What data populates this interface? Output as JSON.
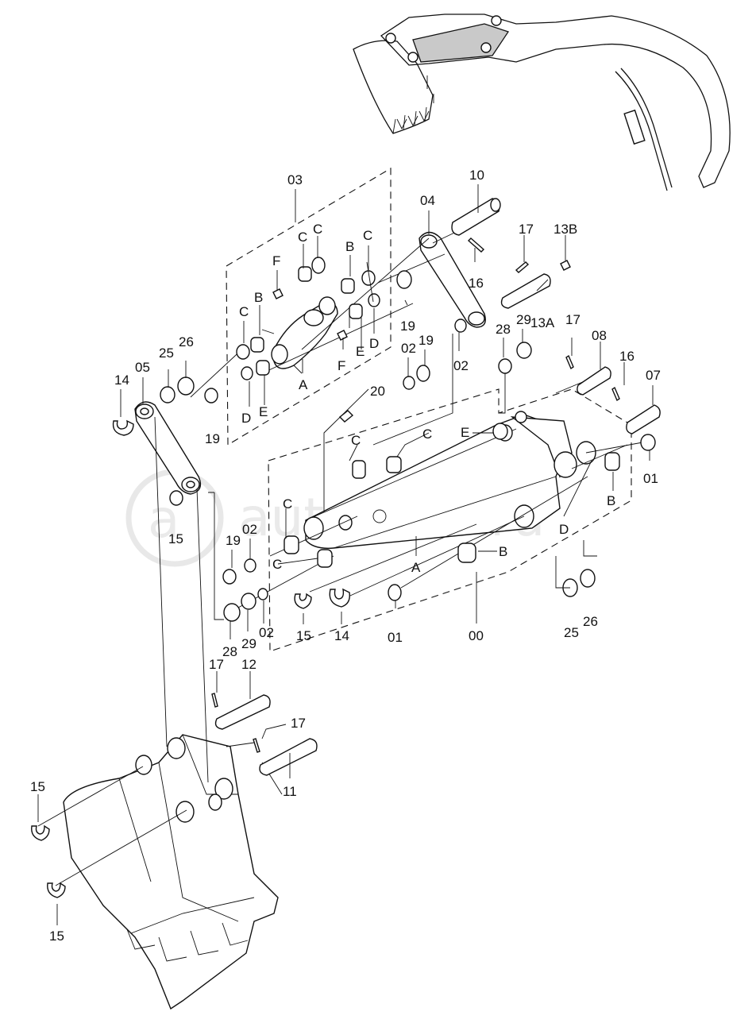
{
  "watermark": {
    "text": "autopiter.ru",
    "logo_text": "a"
  },
  "labels": {
    "l03": "03",
    "l10": "10",
    "l04": "04",
    "l17a": "17",
    "l13b": "13B",
    "lCa": "C",
    "lCb": "C",
    "lF1": "F",
    "lB1": "B",
    "lCc": "C",
    "lC2": "C",
    "lB2": "B",
    "lA1": "A",
    "lF2": "F",
    "lE1": "E",
    "lD1": "D",
    "l16a": "16",
    "l13a": "13A",
    "l19a": "19",
    "l02a": "02",
    "l28a": "28",
    "l29a": "29",
    "l17b": "17",
    "l08": "08",
    "l16b": "16",
    "l07": "07",
    "l26a": "26",
    "l25a": "25",
    "l14a": "14",
    "l05": "05",
    "l19b": "19",
    "lD2": "D",
    "lE2": "E",
    "l02b": "02",
    "l19c": "19",
    "l20": "20",
    "lC3": "C",
    "lC4": "C",
    "lE3": "E",
    "l01a": "01",
    "lB3": "B",
    "lD3": "D",
    "l15a": "15",
    "lC5": "C",
    "l02c": "02",
    "lC6": "C",
    "l19d": "19",
    "lA2": "A",
    "lB4": "B",
    "l28b": "28",
    "l29b": "29",
    "l02d": "02",
    "l15b": "15",
    "l14b": "14",
    "l01b": "01",
    "l00": "00",
    "l25b": "25",
    "l26b": "26",
    "l17c": "17",
    "l12": "12",
    "l17d": "17",
    "l11": "11",
    "l15c": "15",
    "l15d": "15"
  }
}
